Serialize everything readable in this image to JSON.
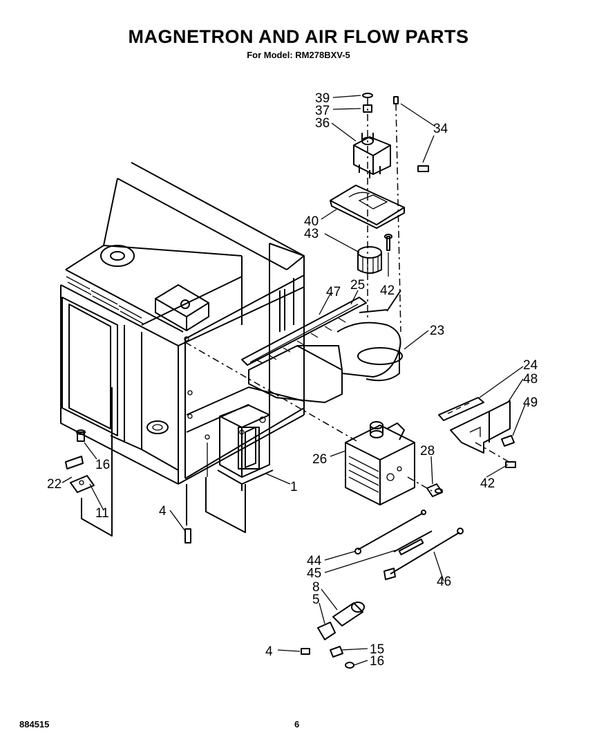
{
  "header": {
    "title": "MAGNETRON AND AIR FLOW PARTS",
    "subtitle": "For Model: RM278BXV-5"
  },
  "footer": {
    "doc_number": "884515",
    "page": "6"
  },
  "callouts": {
    "c39": "39",
    "c37": "37",
    "c36": "36",
    "c34": "34",
    "c40": "40",
    "c43": "43",
    "c42a": "42",
    "c47": "47",
    "c25": "25",
    "c23": "23",
    "c24": "24",
    "c48": "48",
    "c49": "49",
    "c26": "26",
    "c28": "28",
    "c42b": "42",
    "c1": "1",
    "c16a": "16",
    "c22": "22",
    "c11": "11",
    "c4a": "4",
    "c44": "44",
    "c45": "45",
    "c46": "46",
    "c8": "8",
    "c5": "5",
    "c4b": "4",
    "c15": "15",
    "c16b": "16"
  }
}
